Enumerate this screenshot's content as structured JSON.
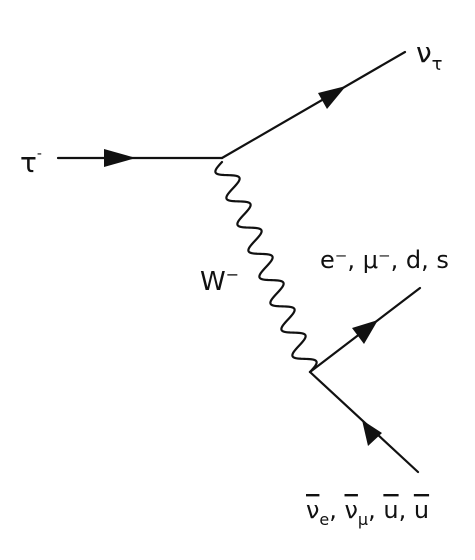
{
  "diagram": {
    "type": "feynman-diagram",
    "line_color": "#111111",
    "background": "#ffffff",
    "labels": {
      "incoming_particle": "τ",
      "incoming_particle_charge": "-",
      "outgoing_neutrino": "ν",
      "outgoing_neutrino_sub": "τ",
      "boson": "W",
      "boson_charge": "−",
      "upper_products": "e⁻, μ⁻, d, s",
      "lower_products": {
        "nu": "ν",
        "nu_e_sub": "e",
        "nu_mu_sub": "μ",
        "sep": ", ",
        "u_bar": "u",
        "last": "u"
      }
    }
  }
}
